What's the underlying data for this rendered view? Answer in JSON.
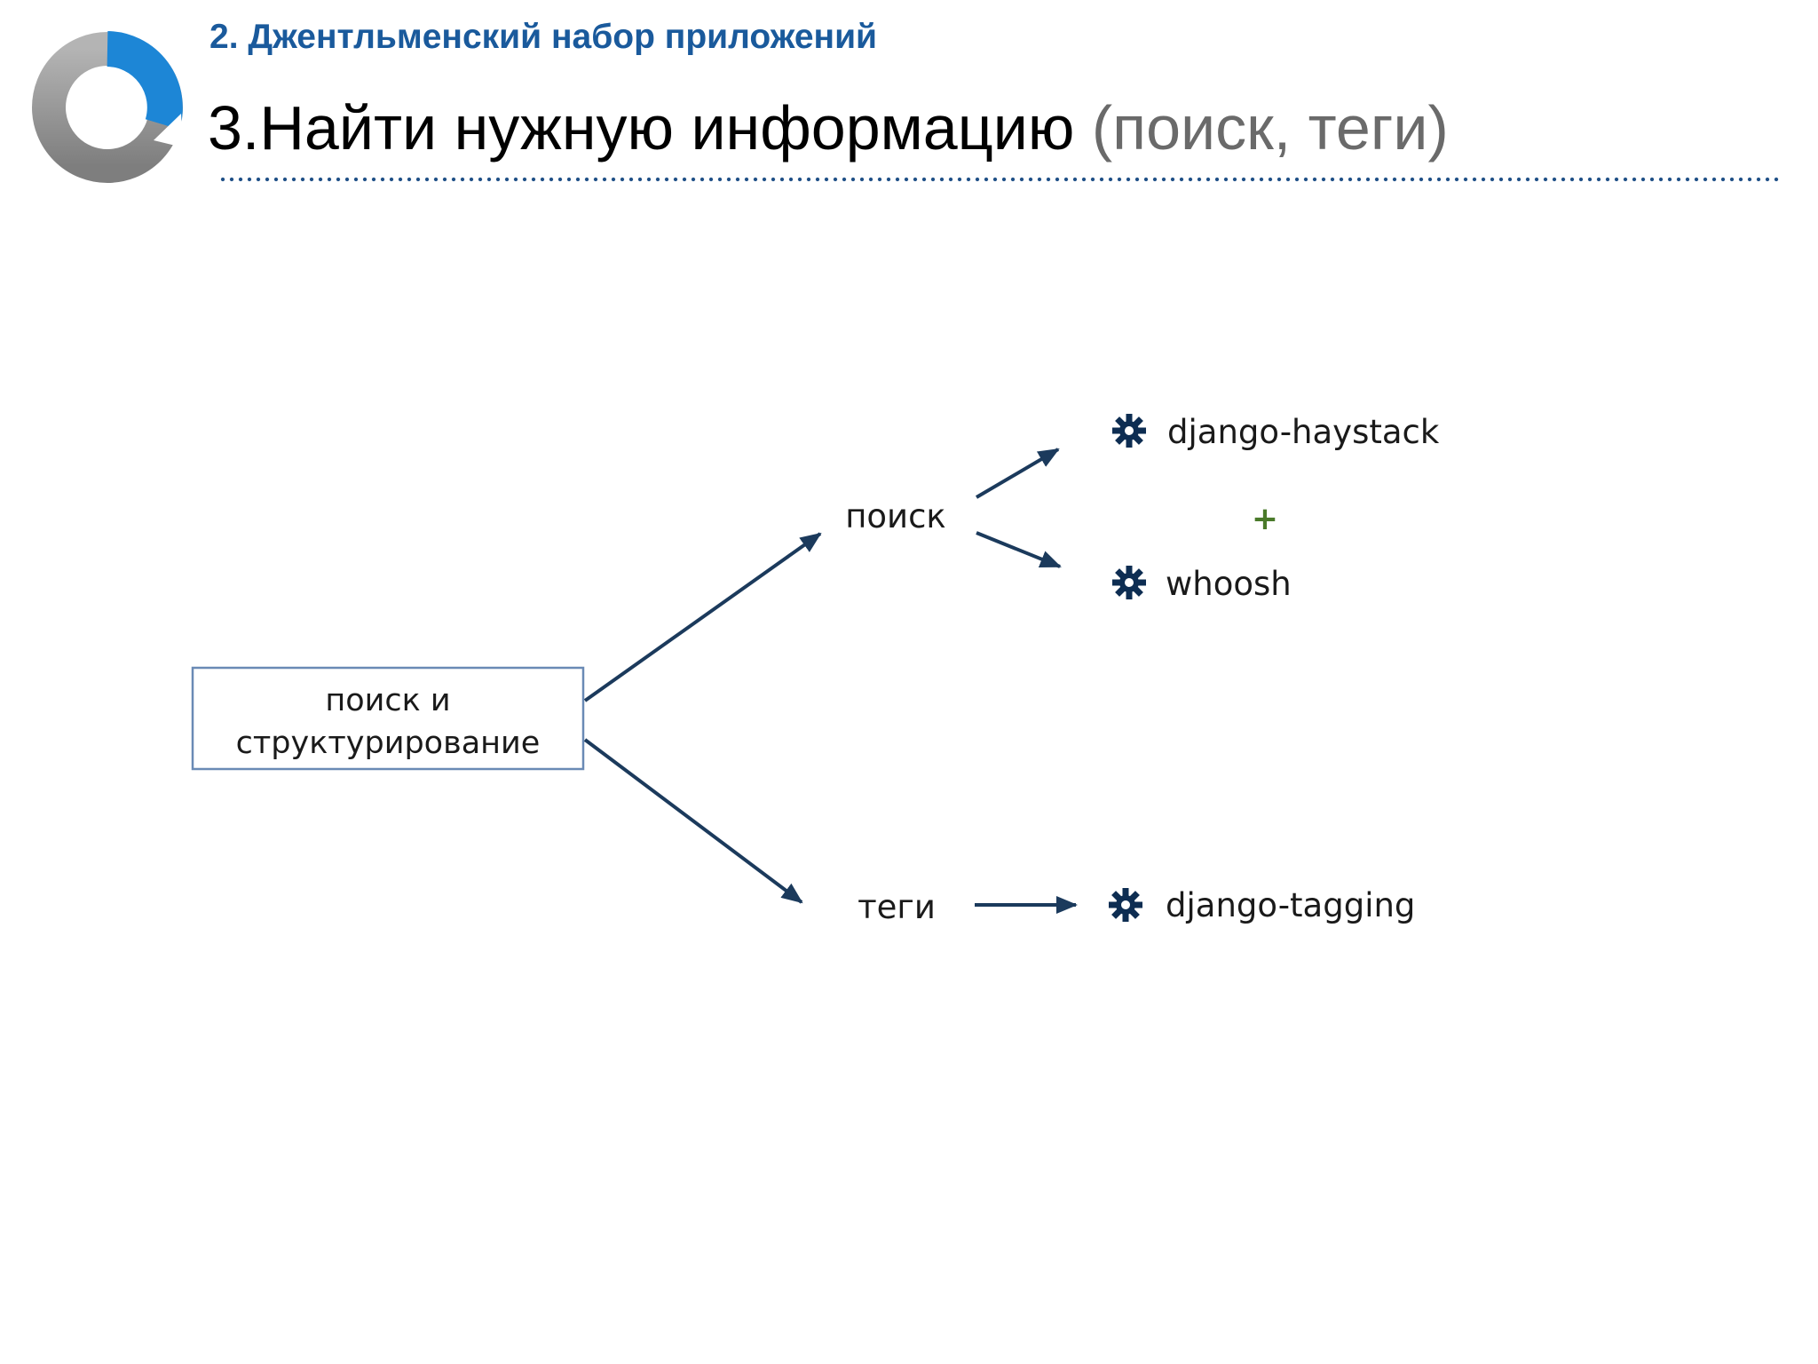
{
  "header": {
    "section": "2. Джентльменский набор приложений",
    "title_main": "3.Найти нужную информацию",
    "title_sub": "(поиск, теги)"
  },
  "diagram": {
    "root": {
      "line1": "поиск и",
      "line2": "структурирование"
    },
    "branch_search": "поиск",
    "branch_tags": "теги",
    "apps": {
      "haystack": "django-haystack",
      "whoosh": "whoosh",
      "tagging": "django-tagging"
    },
    "plus_sign": "+",
    "icon": "gear-icon"
  },
  "colors": {
    "title_blue": "#1a5a9c",
    "arrow": "#1b3a5c",
    "box_border": "#6a8ab5",
    "plus": "#4a7a2a",
    "gear": "#0d2d52",
    "logo_blue": "#1d86d6",
    "logo_gray": "#9a9a9a"
  }
}
